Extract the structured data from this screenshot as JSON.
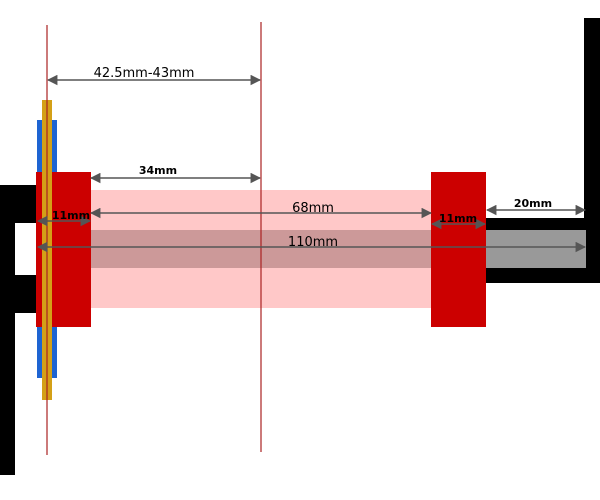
{
  "dimensions": {
    "axle_to_center": "42.5mm-43mm",
    "half_length": "34mm",
    "inner_length": "68mm",
    "left_flange": "11mm",
    "right_flange": "11mm",
    "total_length": "110mm",
    "stub_length": "20mm"
  },
  "colors": {
    "frame": "#000000",
    "flange": "#cc0000",
    "spool_body": "#ffc8c8",
    "axle": "#999999",
    "axle_inner": "#cc9999",
    "washer": "#d4a017",
    "washer_blue": "#1e64d2",
    "guide_line": "#aa2222",
    "arrow": "#555555"
  }
}
